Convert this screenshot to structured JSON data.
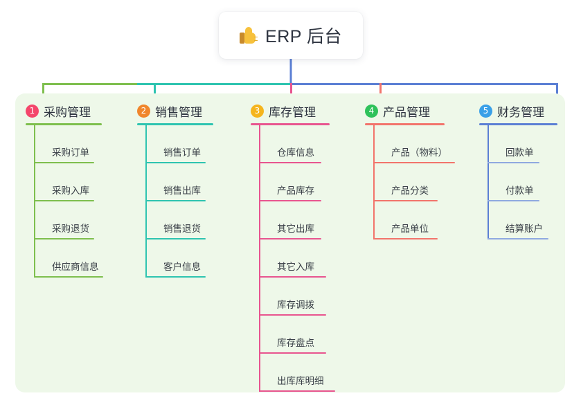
{
  "root": {
    "icon": "thumbs-up-icon",
    "title": "ERP 后台"
  },
  "colors": {
    "panel_bg": "#eef8e9",
    "page_bg": "#ffffff",
    "card_bg": "#ffffff",
    "text": "#2e3440"
  },
  "branches": [
    {
      "number": "1",
      "badge_color": "#f4466b",
      "line_color": "#7ebf4e",
      "title": "采购管理",
      "items": [
        "采购订单",
        "采购入库",
        "采购退货",
        "供应商信息"
      ]
    },
    {
      "number": "2",
      "badge_color": "#f0862c",
      "line_color": "#2ec4b0",
      "title": "销售管理",
      "items": [
        "销售订单",
        "销售出库",
        "销售退货",
        "客户信息"
      ]
    },
    {
      "number": "3",
      "badge_color": "#f5b51e",
      "line_color": "#e8558f",
      "title": "库存管理",
      "items": [
        "仓库信息",
        "产品库存",
        "其它出库",
        "其它入库",
        "库存调拨",
        "库存盘点",
        "出库库明细"
      ]
    },
    {
      "number": "4",
      "badge_color": "#2fc25b",
      "line_color": "#f2746b",
      "title": "产品管理",
      "items": [
        "产品（物料）",
        "产品分类",
        "产品单位"
      ]
    },
    {
      "number": "5",
      "badge_color": "#3aa0e8",
      "line_color": "#5b7fd4",
      "title": "财务管理",
      "items": [
        "回款单",
        "付款单",
        "结算账户"
      ]
    }
  ]
}
